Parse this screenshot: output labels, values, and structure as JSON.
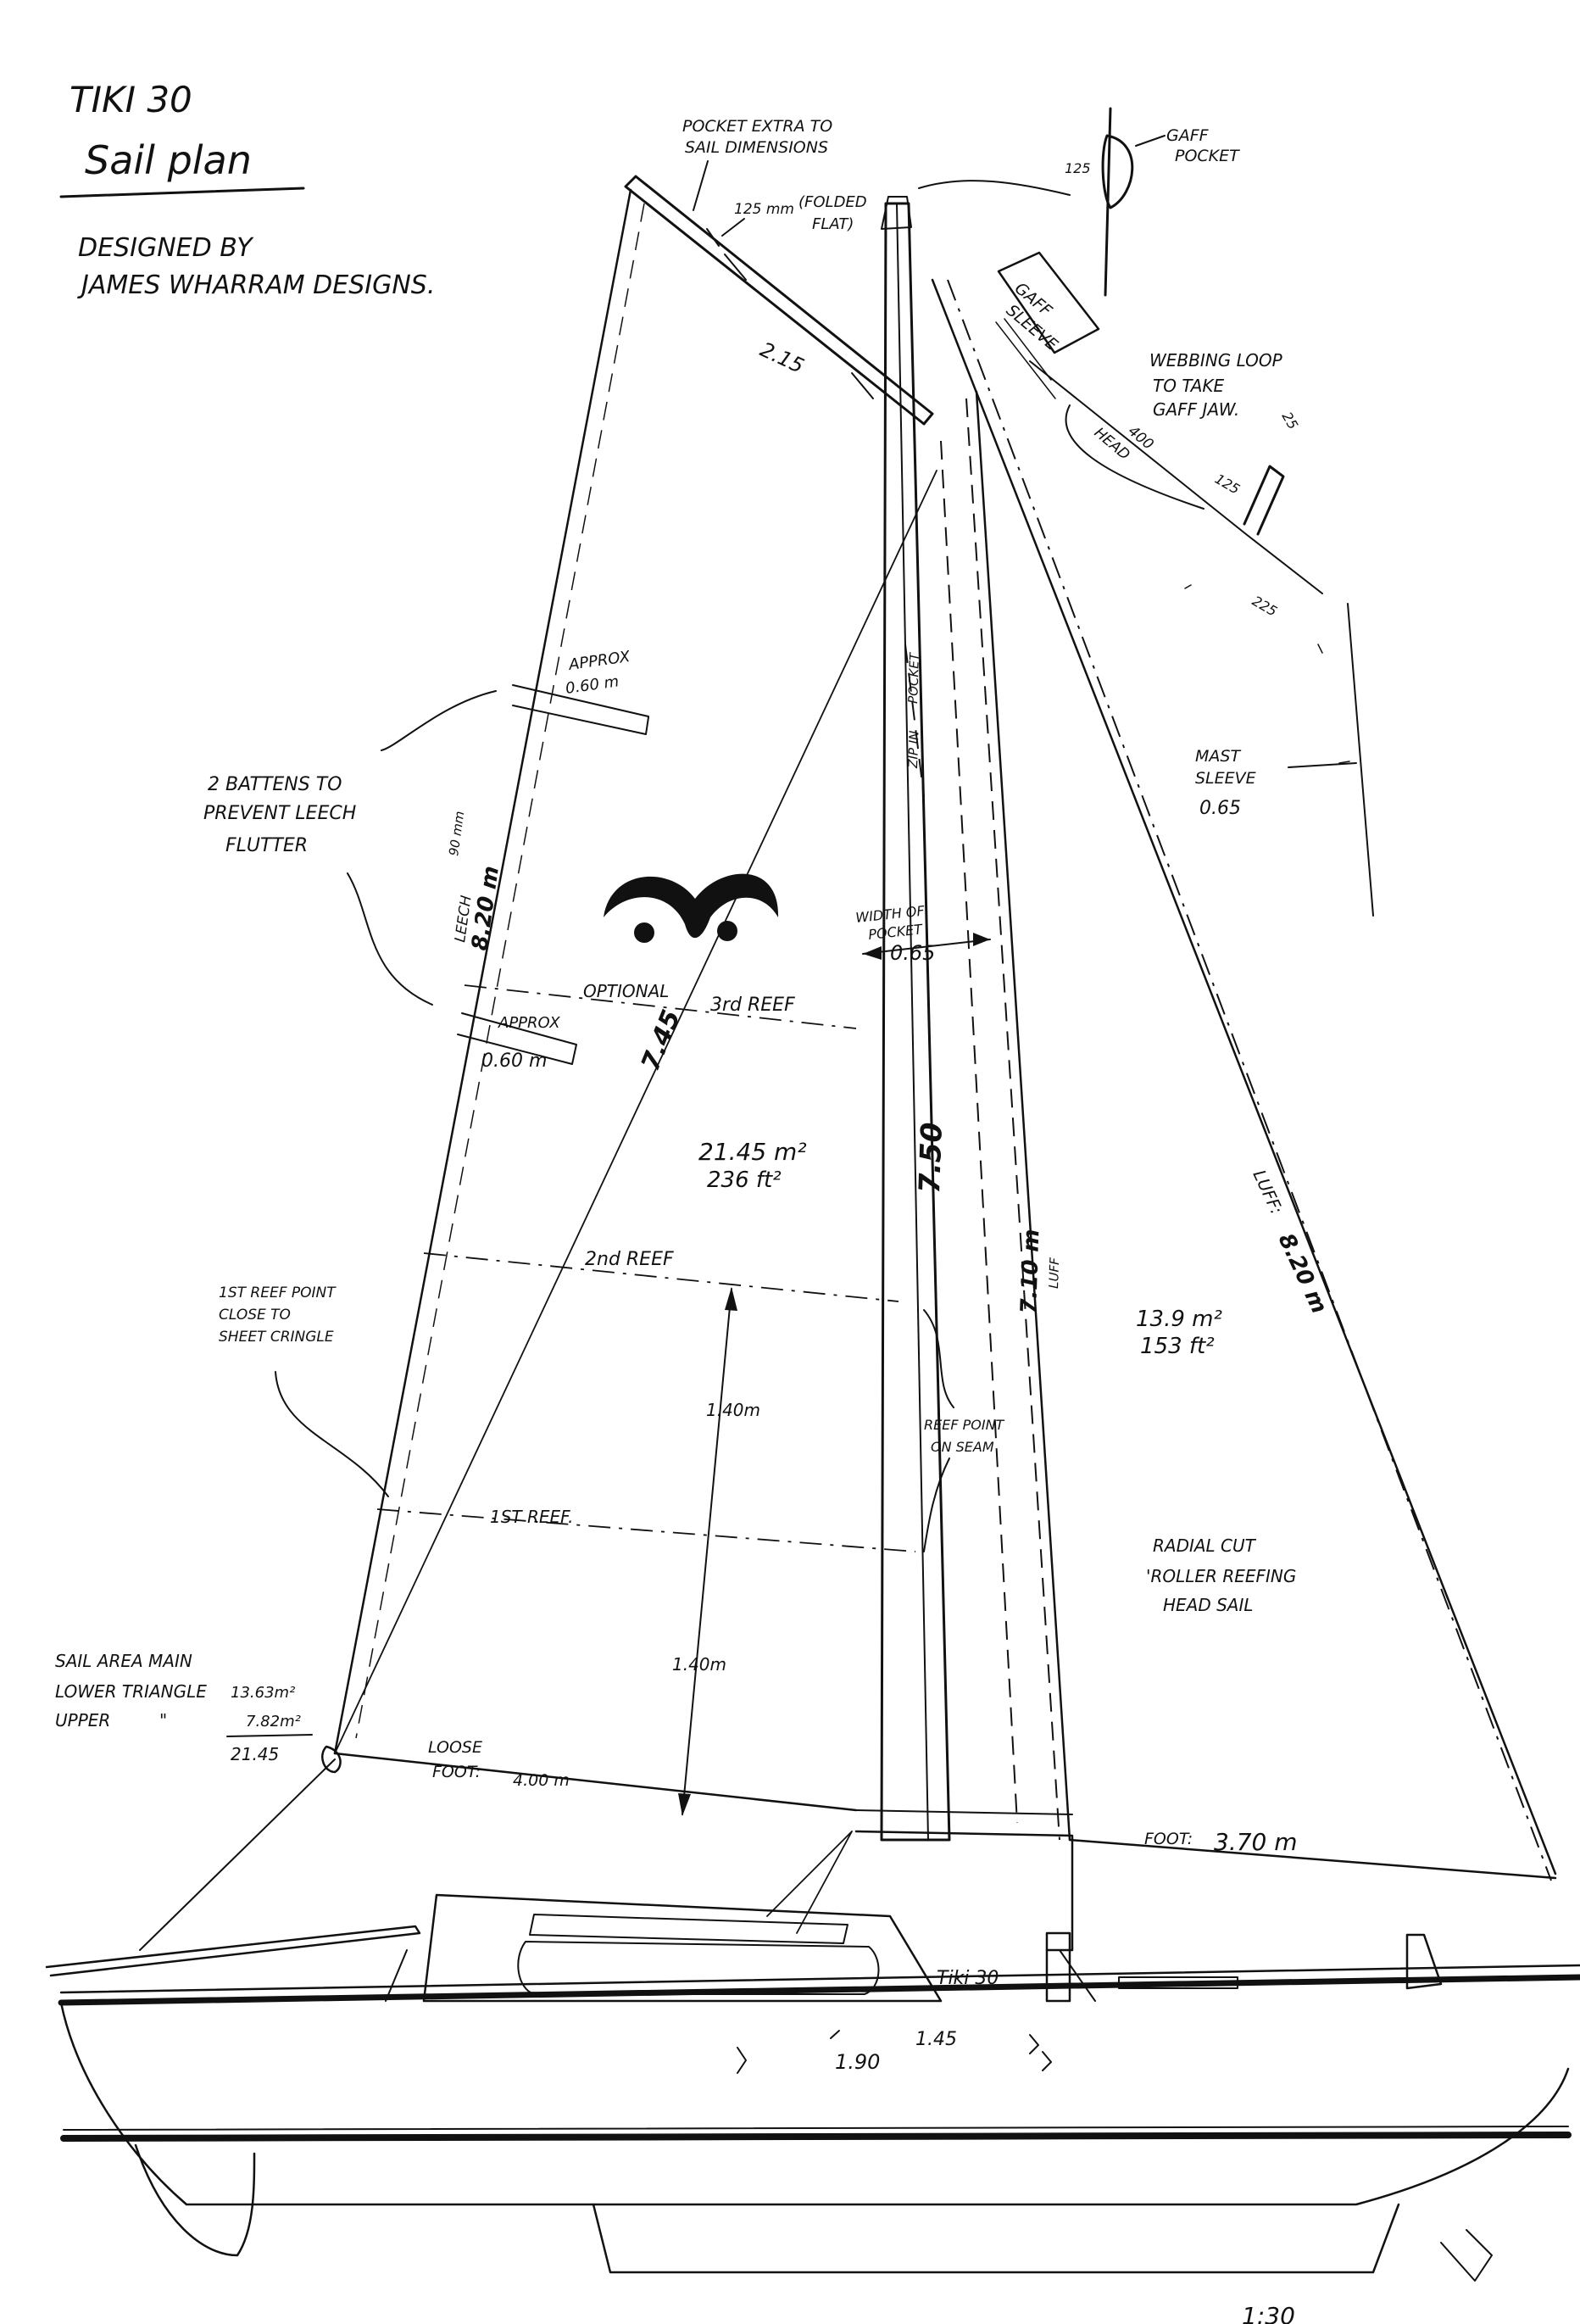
{
  "title": {
    "name": "TIKI 30",
    "subtitle": "Sail plan",
    "designer_line1": "DESIGNED BY",
    "designer_line2": "JAMES WHARRAM DESIGNS."
  },
  "gaff_notes": {
    "pocket_extra": "POCKET EXTRA TO",
    "pocket_extra2": "SAIL DIMENSIONS",
    "folded_dim": "125 mm",
    "folded": "(FOLDED",
    "flat": "FLAT)",
    "gaff_pocket1": "GAFF",
    "gaff_pocket2": "POCKET",
    "gaff_pocket_dim": "125",
    "gaff_sleeve1": "GAFF",
    "gaff_sleeve2": "SLEEVE",
    "gaff_length": "2.15",
    "webbing1": "WEBBING LOOP",
    "webbing2": "TO TAKE",
    "webbing3": "GAFF JAW.",
    "head": "HEAD",
    "dim_400": "400",
    "dim_25": "25",
    "dim_125": "125",
    "dim_225": "225"
  },
  "mainsail": {
    "approx1": "APPROX",
    "approx1_val": "0.60 m",
    "battens1": "2 BATTENS TO",
    "battens2": "PREVENT LEECH",
    "battens3": "FLUTTER",
    "leech_label": "LEECH",
    "leech_value": "8.20 m",
    "dim_90mm": "90 mm",
    "optional": "OPTIONAL",
    "third_reef": "3rd REEF",
    "approx2": "APPROX",
    "approx2_val": "0.60 m",
    "diagonal": "7.45",
    "area_m2": "21.45 m²",
    "area_ft2": "236 ft²",
    "second_reef": "2nd REEF",
    "first_reef": "1ST REEF.",
    "reef_note1": "1ST REEF POINT",
    "reef_note2": "CLOSE TO",
    "reef_note3": "SHEET CRINGLE",
    "spacing1": "1.40m",
    "spacing2": "1.40m",
    "loose": "LOOSE",
    "foot": "FOOT:",
    "foot_value": "4.00 m",
    "reef_seam1": "REEF POINT",
    "reef_seam2": "ON SEAM",
    "luff_main": "7.50",
    "zip": "ZIP IN",
    "pocket": "POCKET"
  },
  "mast": {
    "width1": "WIDTH OF",
    "width2": "POCKET",
    "width_val": "0.65",
    "sleeve1": "MAST",
    "sleeve2": "SLEEVE",
    "sleeve_val": "0.65"
  },
  "headsail": {
    "luff_label": "LUFF",
    "luff_val": "7.10 m",
    "luff2": "LUFF:",
    "luff2_val": "8.20 m",
    "area_m2": "13.9 m²",
    "area_ft2": "153 ft²",
    "radial": "RADIAL CUT",
    "roller": "'ROLLER REEFING",
    "head_sail": "HEAD SAIL",
    "foot": "FOOT:",
    "foot_val": "3.70 m"
  },
  "sail_area": {
    "line1": "SAIL AREA MAIN",
    "lower": "LOWER TRIANGLE",
    "lower_val": "13.63m²",
    "upper": "UPPER",
    "ditto": "\"",
    "upper_val": "7.82m²",
    "total": "21.45"
  },
  "hull": {
    "name": "Tiki 30",
    "dim_190": "1.90",
    "dim_145": "1.45",
    "scale": "1:30"
  }
}
